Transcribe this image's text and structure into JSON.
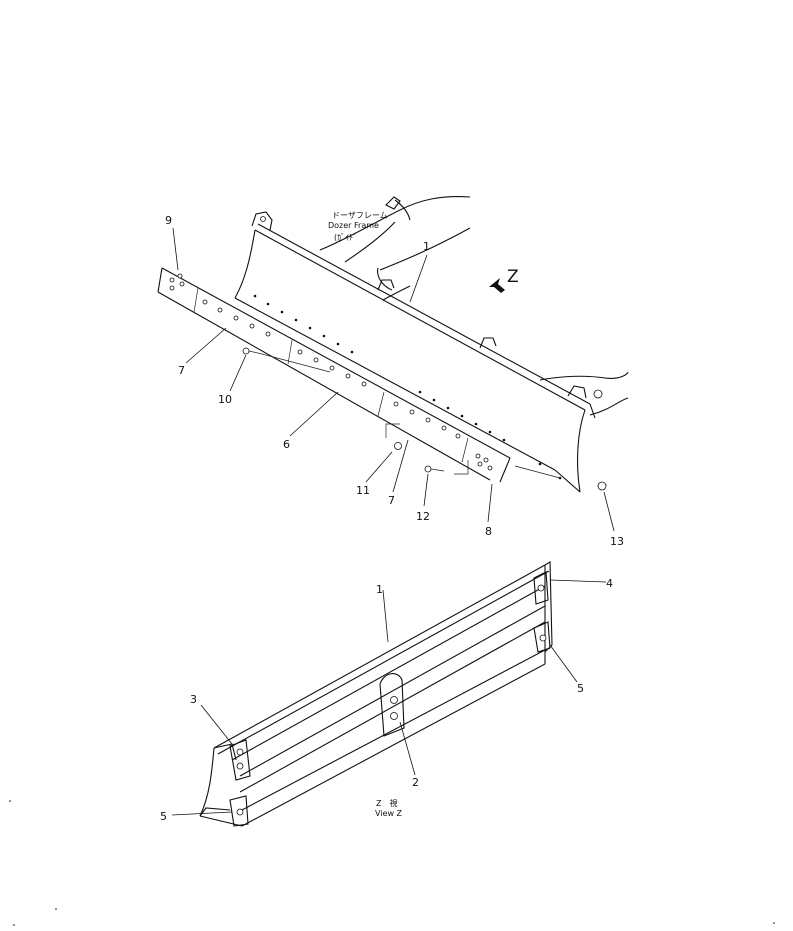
{
  "upper_view": {
    "frame_label_jp": "ドーザフレーム",
    "frame_label_en": "Dozer Frame",
    "frame_mark": "(ｶﾞｲﾄﾞ",
    "view_arrow_letter": "Z"
  },
  "lower_view": {
    "caption_jp": "Z　視",
    "caption_en": "View Z"
  },
  "callouts": {
    "upper_1": "1",
    "upper_6": "6",
    "upper_7a": "7",
    "upper_7b": "7",
    "upper_8": "8",
    "upper_9": "9",
    "upper_10": "10",
    "upper_11": "11",
    "upper_12": "12",
    "upper_13": "13",
    "lower_1": "1",
    "lower_2": "2",
    "lower_3": "3",
    "lower_4": "4",
    "lower_5a": "5",
    "lower_5b": "5"
  }
}
